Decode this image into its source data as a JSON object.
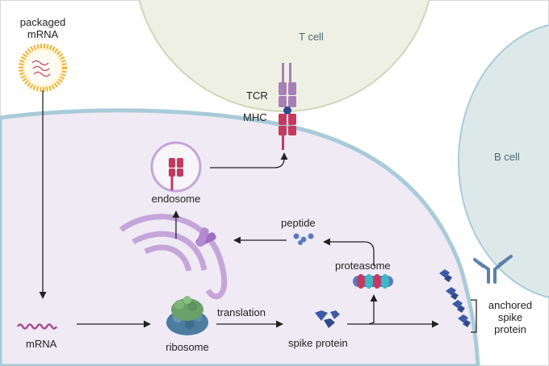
{
  "labels": {
    "packaged_mrna_line1": "packaged",
    "packaged_mrna_line2": "mRNA",
    "t_cell": "T cell",
    "b_cell": "B cell",
    "tcr": "TCR",
    "mhc": "MHC",
    "endosome": "endosome",
    "peptide": "peptide",
    "proteasome": "proteasome",
    "mrna": "mRNA",
    "ribosome": "ribosome",
    "translation": "translation",
    "spike_protein": "spike protein",
    "anchored_line1": "anchored",
    "anchored_line2": "spike",
    "anchored_line3": "protein"
  },
  "colors": {
    "cell_fill": "#efeaf4",
    "cell_border": "#a9cbd9",
    "t_cell_fill": "#eef0e4",
    "b_cell_fill": "#dde9e8",
    "tcr": "#a680b5",
    "mhc": "#c33a5e",
    "spike": "#3d5aa6",
    "golgi": "#c4a6d8",
    "arrow": "#222222"
  },
  "icons": [
    "lipid-nanoparticle-icon",
    "mrna-strand-icon",
    "ribosome-icon",
    "spike-protein-icon",
    "proteasome-icon",
    "peptide-icon",
    "golgi-icon",
    "endosome-icon",
    "mhc-tcr-complex-icon",
    "antibody-icon"
  ]
}
